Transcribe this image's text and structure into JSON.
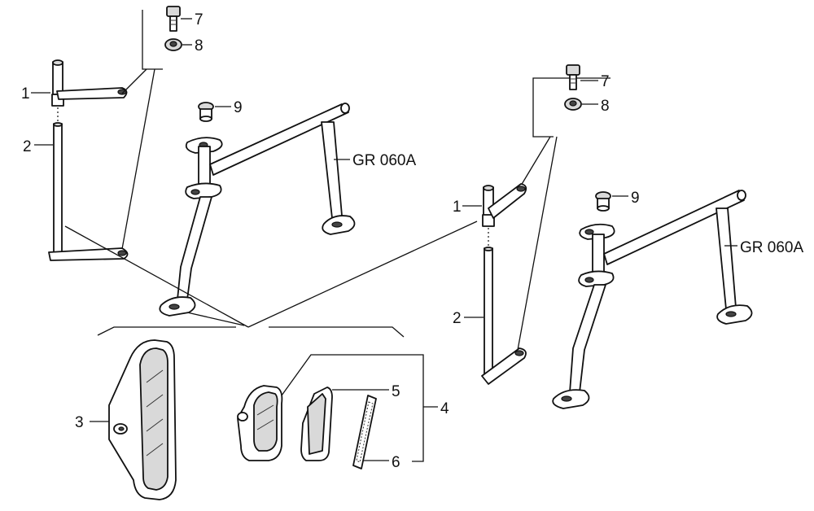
{
  "callouts": {
    "left_bolt": "7",
    "left_nut": "8",
    "left_plug": "9",
    "left_bracket": "1",
    "left_rod": "2",
    "left_frame": "GR 060A",
    "right_bolt": "7",
    "right_nut": "8",
    "right_plug": "9",
    "right_bracket": "1",
    "right_rod": "2",
    "right_frame": "GR 060A",
    "mirror": "3",
    "mirror_assembly": "4",
    "mirror_glass": "5",
    "gasket": "6"
  }
}
